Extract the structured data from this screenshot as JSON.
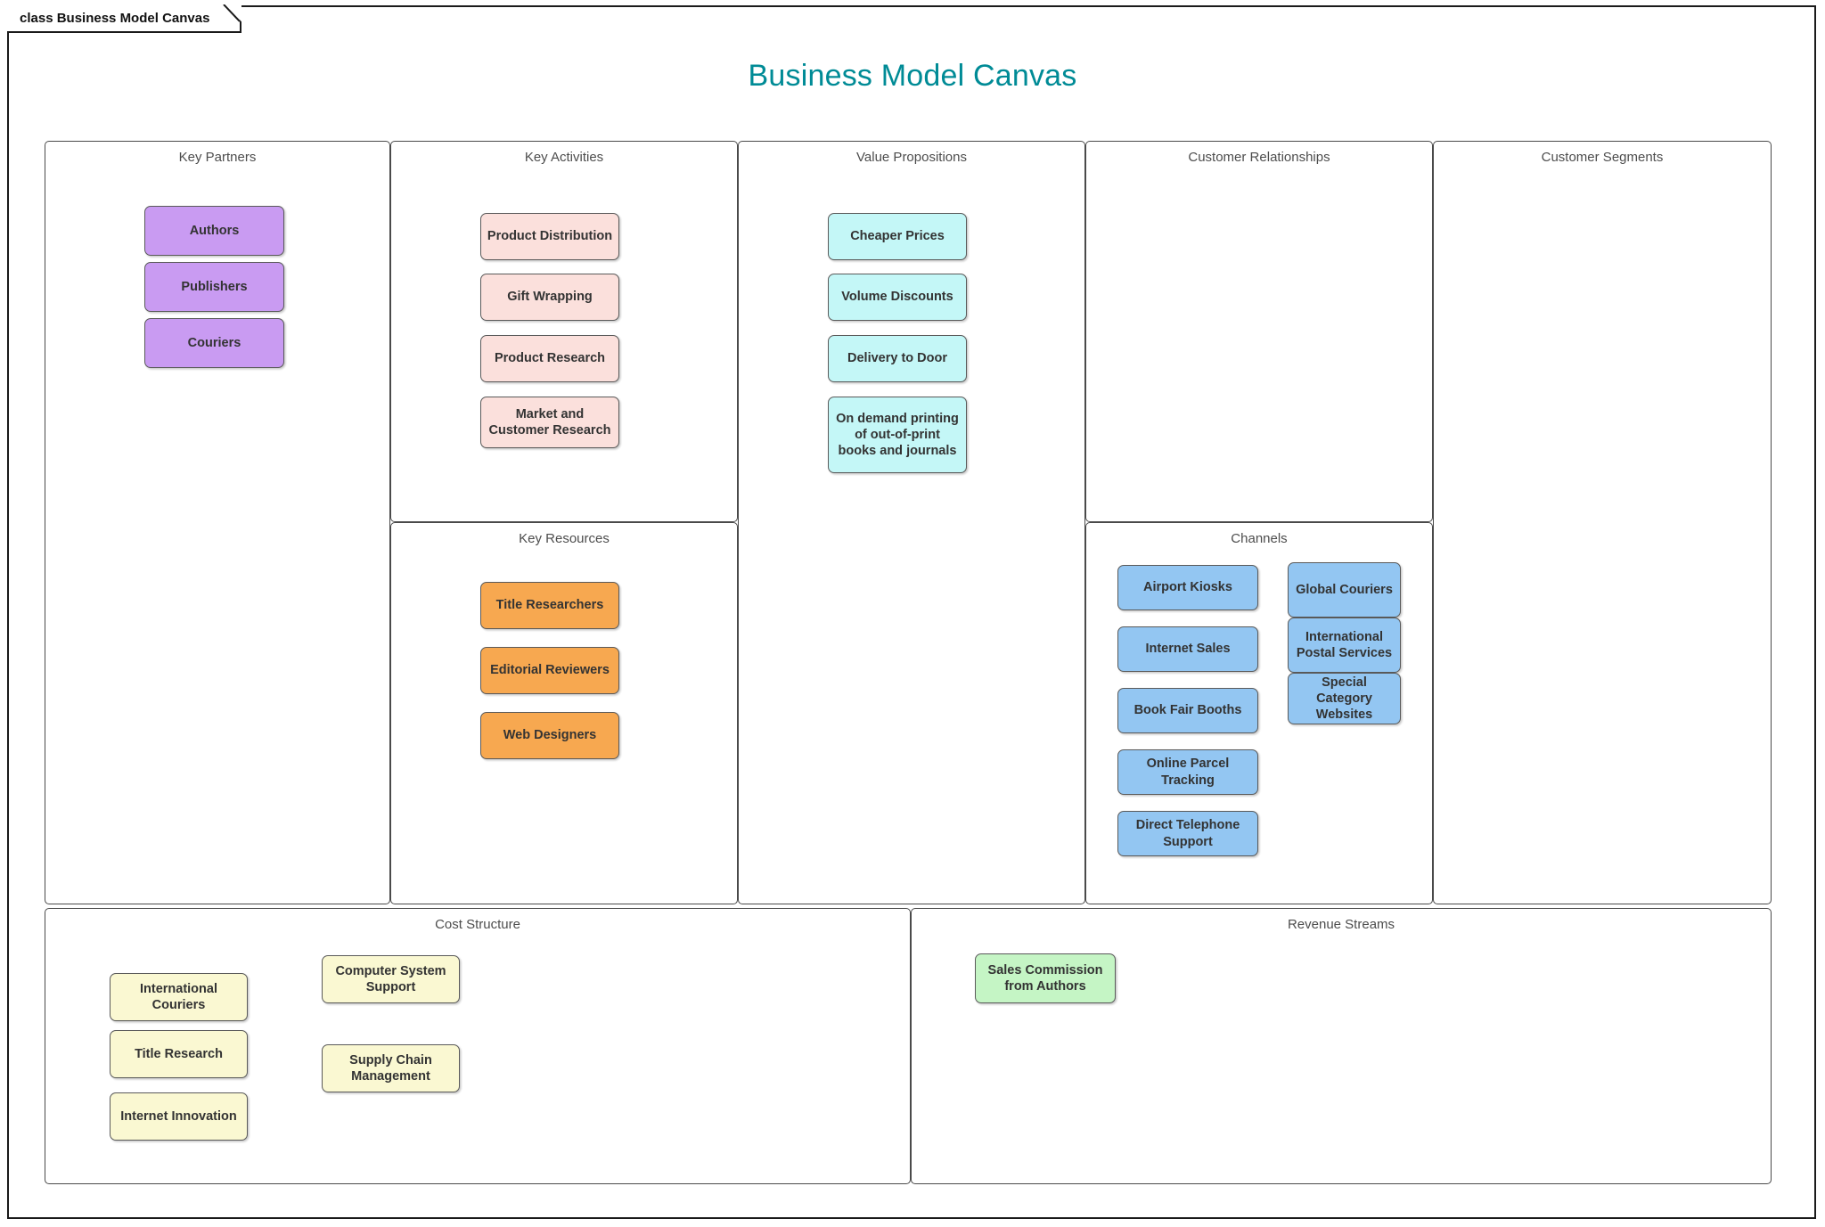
{
  "frame": {
    "tab_label": "class Business Model Canvas"
  },
  "title": "Business Model Canvas",
  "colors": {
    "title": "#008B96",
    "key_partners": "#C99BF2",
    "key_activities": "#FBE0DC",
    "value_propositions": "#C4F7F7",
    "key_resources": "#F7A850",
    "channels": "#93C6F2",
    "cost_structure": "#FAF8D2",
    "revenue_streams": "#C5F5C5",
    "panel_border": "#4a4a4a",
    "box_border": "#5a5a5a"
  },
  "panels": [
    {
      "id": "key-partners",
      "title": "Key Partners",
      "items": [
        "Authors",
        "Publishers",
        "Couriers"
      ]
    },
    {
      "id": "key-activities",
      "title": "Key Activities",
      "items": [
        "Product Distribution",
        "Gift Wrapping",
        "Product Research",
        "Market and Customer Research"
      ]
    },
    {
      "id": "value-propositions",
      "title": "Value Propositions",
      "items": [
        "Cheaper Prices",
        "Volume Discounts",
        "Delivery to Door",
        "On demand printing of out-of-print books and journals"
      ]
    },
    {
      "id": "customer-relationships",
      "title": "Customer Relationships",
      "items": []
    },
    {
      "id": "customer-segments",
      "title": "Customer Segments",
      "items": []
    },
    {
      "id": "key-resources",
      "title": "Key Resources",
      "items": [
        "Title Researchers",
        "Editorial Reviewers",
        "Web Designers"
      ]
    },
    {
      "id": "channels",
      "title": "Channels",
      "items_left": [
        "Airport Kiosks",
        "Internet Sales",
        "Book Fair Booths",
        "Online Parcel Tracking",
        "Direct Telephone Support"
      ],
      "items_right": [
        "Global Couriers",
        "International Postal Services",
        "Special Category Websites"
      ]
    },
    {
      "id": "cost-structure",
      "title": "Cost Structure",
      "items_left": [
        "International Couriers",
        "Title Research",
        "Internet Innovation"
      ],
      "items_right": [
        "Computer System Support",
        "Supply Chain Management"
      ]
    },
    {
      "id": "revenue-streams",
      "title": "Revenue Streams",
      "items": [
        "Sales Commission from Authors"
      ]
    }
  ],
  "key_partners": {
    "title": "Key Partners",
    "i0": "Authors",
    "i1": "Publishers",
    "i2": "Couriers"
  },
  "key_activities": {
    "title": "Key Activities",
    "i0": "Product Distribution",
    "i1": "Gift Wrapping",
    "i2": "Product Research",
    "i3": "Market and Customer Research"
  },
  "value_propositions": {
    "title": "Value Propositions",
    "i0": "Cheaper Prices",
    "i1": "Volume Discounts",
    "i2": "Delivery to Door",
    "i3": "On demand printing of out-of-print books and journals"
  },
  "customer_relationships": {
    "title": "Customer Relationships"
  },
  "customer_segments": {
    "title": "Customer Segments"
  },
  "key_resources": {
    "title": "Key Resources",
    "i0": "Title Researchers",
    "i1": "Editorial Reviewers",
    "i2": "Web Designers"
  },
  "channels": {
    "title": "Channels",
    "l0": "Airport Kiosks",
    "l1": "Internet Sales",
    "l2": "Book Fair Booths",
    "l3": "Online Parcel Tracking",
    "l4": "Direct Telephone Support",
    "r0": "Global Couriers",
    "r1": "International Postal Services",
    "r2": "Special Category Websites"
  },
  "cost_structure": {
    "title": "Cost Structure",
    "l0": "International Couriers",
    "l1": "Title Research",
    "l2": "Internet Innovation",
    "r0": "Computer System Support",
    "r1": "Supply Chain Management"
  },
  "revenue_streams": {
    "title": "Revenue Streams",
    "i0": "Sales Commission from Authors"
  }
}
